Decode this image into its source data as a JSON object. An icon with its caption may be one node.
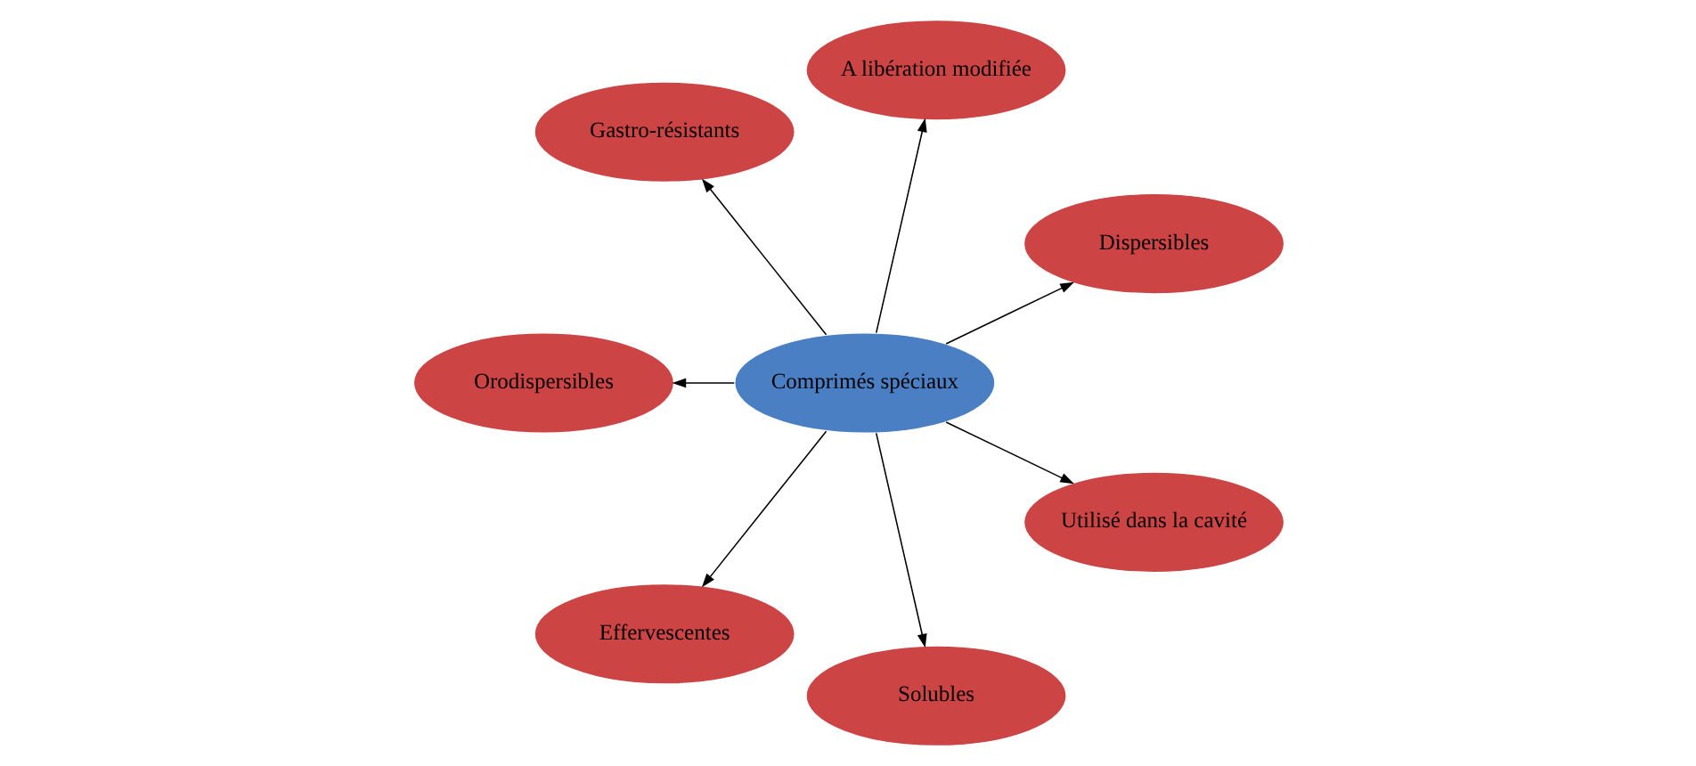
{
  "diagram": {
    "nodes": [
      {
        "text": [
          "Dispersibles"
        ]
      },
      {
        "text": [
          "A libération modifiée"
        ]
      },
      {
        "text": [
          "Gastro-résistants"
        ]
      },
      {
        "text": [
          "Comprimés spéciaux"
        ]
      },
      {
        "text": [
          "Orodispersibles"
        ]
      },
      {
        "text": [
          "Effervescentes"
        ]
      },
      {
        "text": [
          "Solubles"
        ]
      },
      {
        "text": [
          "Utilisé dans la cavité"
        ]
      }
    ],
    "edges": [
      {
        "from": 3,
        "to": 0,
        "arrow": "to"
      },
      {
        "from": 3,
        "to": 1,
        "arrow": "to"
      },
      {
        "from": 3,
        "to": 4,
        "arrow": "to"
      },
      {
        "from": 3,
        "to": 6,
        "arrow": "to"
      },
      {
        "from": 3,
        "to": 7,
        "arrow": "to"
      },
      {
        "from": 3,
        "to": 5,
        "arrow": "to"
      },
      {
        "from": 3,
        "to": 2,
        "arrow": "to"
      }
    ]
  }
}
